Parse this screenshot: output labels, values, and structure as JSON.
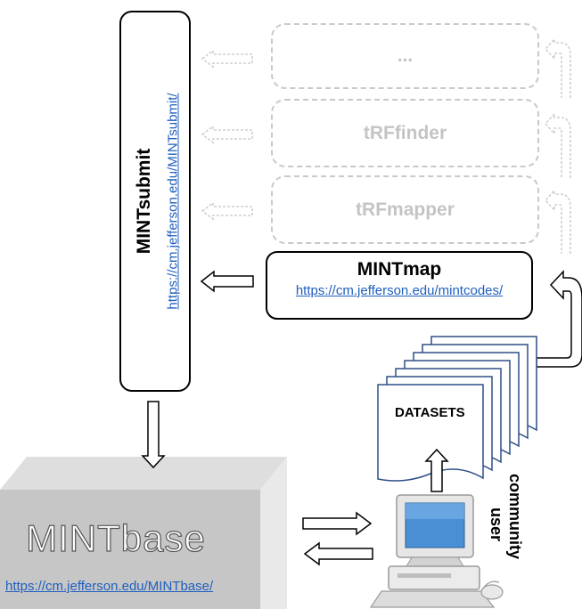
{
  "ghost_tools": [
    {
      "label": "..."
    },
    {
      "label": "tRFfinder"
    },
    {
      "label": "tRFmapper"
    }
  ],
  "mintmap": {
    "title": "MINTmap",
    "url": "https://cm.jefferson.edu/mintcodes/"
  },
  "mintsubmit": {
    "title": "MINTsubmit",
    "url": "https://cm.jefferson.edu/MINTsubmit/"
  },
  "mintbase": {
    "title": "MINTbase",
    "url": "https://cm.jefferson.edu/MINTbase/"
  },
  "datasets": {
    "label": "DATASETS"
  },
  "user": {
    "line1": "community",
    "line2": "user"
  },
  "colors": {
    "ghost": "#c9c9c9",
    "link": "#1f5fbf",
    "cube_front": "#c6c6c6",
    "cube_top": "#dedede",
    "cube_side": "#e9e9e9"
  }
}
